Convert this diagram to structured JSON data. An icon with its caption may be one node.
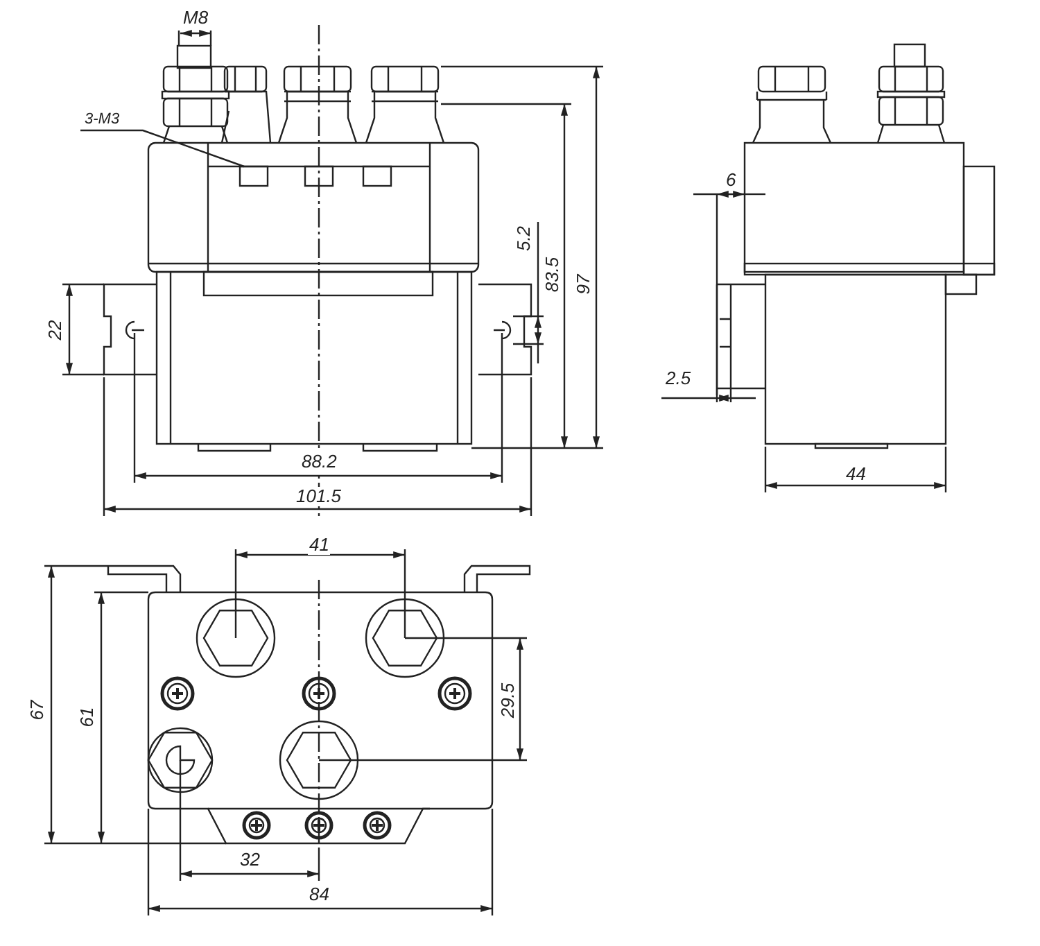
{
  "diagram": {
    "nodes": [
      {
        "text": [
          "3-M3"
        ]
      },
      {
        "text": [],
        "shape": "box"
      }
    ],
    "edges": [
      {
        "from": 0,
        "to": 1,
        "arrow": "none"
      }
    ],
    "labels": [
      "M8",
      "22",
      "5.2",
      "83.5",
      "97",
      "88.2",
      "101.5",
      "6",
      "2.5",
      "44",
      "41",
      "67",
      "61",
      "29.5",
      "32",
      "84"
    ]
  }
}
